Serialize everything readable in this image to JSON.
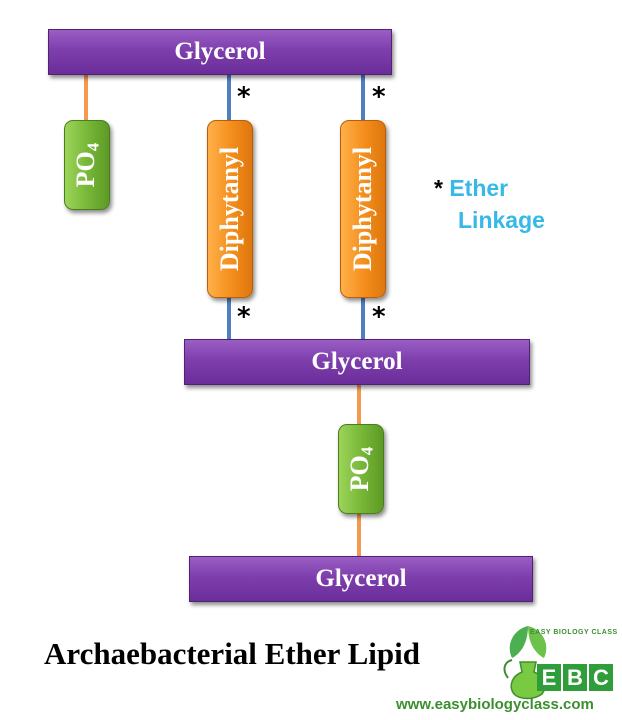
{
  "diagram": {
    "glycerol_label": "Glycerol",
    "po4_label": "PO",
    "po4_subscript": "4",
    "diphytanyl_label": "Diphytanyl",
    "star_symbol": "*",
    "legend": {
      "symbol": "*",
      "line1": "Ether",
      "line2": "Linkage"
    },
    "title": "Archaebacterial Ether Lipid"
  },
  "logo": {
    "small_text": "EASY BIOLOGY CLASS",
    "letters": [
      "E",
      "B",
      "C"
    ],
    "url": "www.easybiologyclass.com"
  },
  "colors": {
    "glycerol": "#7e3fad",
    "po4": "#78b838",
    "diphytanyl": "#f5901e",
    "ether_link": "#4f7fbf",
    "phosphate_link": "#f49a4f",
    "legend_text": "#36b9e6",
    "logo_green": "#2f9e3a"
  }
}
